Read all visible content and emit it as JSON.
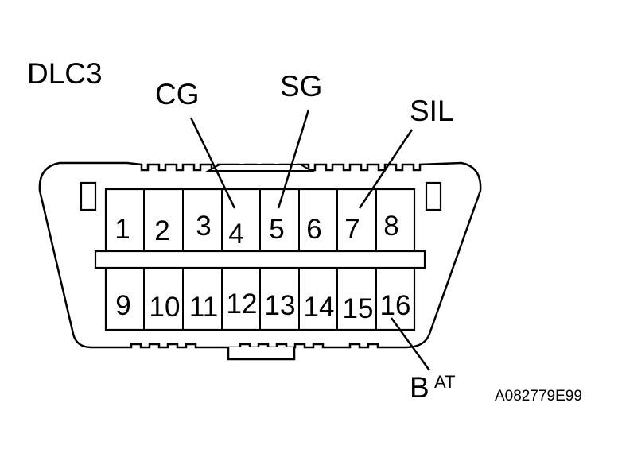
{
  "diagram": {
    "title": "DLC3",
    "labels": {
      "cg": "CG",
      "sg": "SG",
      "sil": "SIL",
      "bat_b": "B",
      "bat_superscript": "AT"
    },
    "figure_code": "A082779E99",
    "pins_top": [
      "1",
      "2",
      "3",
      "4",
      "5",
      "6",
      "7",
      "8"
    ],
    "pins_bottom": [
      "9",
      "10",
      "11",
      "12",
      "13",
      "14",
      "15",
      "16"
    ],
    "colors": {
      "ink": "#000000",
      "background": "#ffffff"
    }
  }
}
